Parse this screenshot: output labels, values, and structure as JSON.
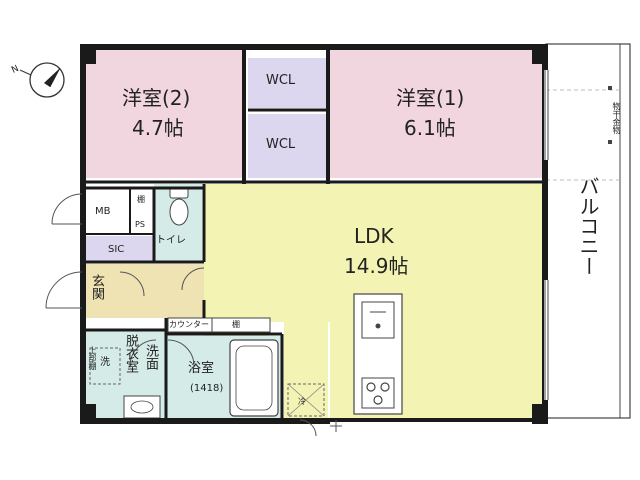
{
  "rooms": {
    "western2": {
      "name": "洋室(2)",
      "size": "4.7帖"
    },
    "western1": {
      "name": "洋室(1)",
      "size": "6.1帖"
    },
    "wcl_top": "WCL",
    "wcl_bottom": "WCL",
    "ldk": {
      "name": "LDK",
      "size": "14.9帖"
    },
    "mb": "MB",
    "shelf_top": "棚",
    "ps": "PS",
    "toilet": "トイレ",
    "sic": "SIC",
    "entrance": "玄関",
    "counter": "カウンター",
    "shelf_mid": "棚",
    "dressing": "脱衣室",
    "washstand": "洗面",
    "upper_shelf": "上部棚",
    "washer": "洗",
    "bath": {
      "name": "浴室",
      "size": "(1418)"
    },
    "fridge": "冷",
    "balcony": "バルコニー",
    "clothes_hardware": "物干金物"
  },
  "colors": {
    "wall": "#1a1a1a",
    "western": "#f2d6df",
    "wcl": "#dcd6ee",
    "ldk": "#f3f4b3",
    "wet": "#d4ebe7",
    "entrance": "#efe3b4",
    "storage": "#dcd6ee"
  },
  "icons": [
    "compass-icon",
    "toilet-icon",
    "bathtub-icon",
    "sink-icon",
    "stove-icon",
    "washer-icon",
    "door-swing-icon"
  ]
}
